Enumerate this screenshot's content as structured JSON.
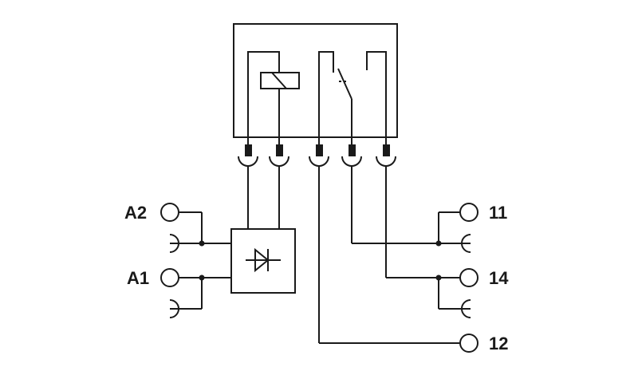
{
  "terminals": {
    "a2": "A2",
    "a1": "A1",
    "t11": "11",
    "t14": "14",
    "t12": "12"
  },
  "colors": {
    "line": "#1a1a1a",
    "background": "#ffffff"
  }
}
